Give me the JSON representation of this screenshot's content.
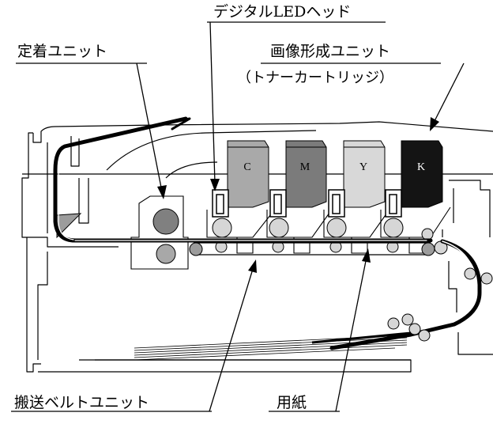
{
  "labels": {
    "led_head": "デジタルLEDヘッド",
    "fuser": "定着ユニット",
    "image_unit_line1": "画像形成ユニット",
    "image_unit_line2": "（トナーカートリッジ）",
    "belt_unit": "搬送ベルトユニット",
    "paper": "用紙"
  },
  "cartridges": [
    {
      "letter": "C",
      "color": "#a9a9a9",
      "text_color": "#000000"
    },
    {
      "letter": "M",
      "color": "#7b7b7b",
      "text_color": "#000000"
    },
    {
      "letter": "Y",
      "color": "#d8d8d8",
      "text_color": "#000000"
    },
    {
      "letter": "K",
      "color": "#141414",
      "text_color": "#ffffff"
    }
  ],
  "colors": {
    "outline": "#000000",
    "roller": "#d6d6d6",
    "fuser_roller": "#808080",
    "fuser_roller_lower": "#a8a8a8",
    "shading": "#9c9c9c"
  }
}
